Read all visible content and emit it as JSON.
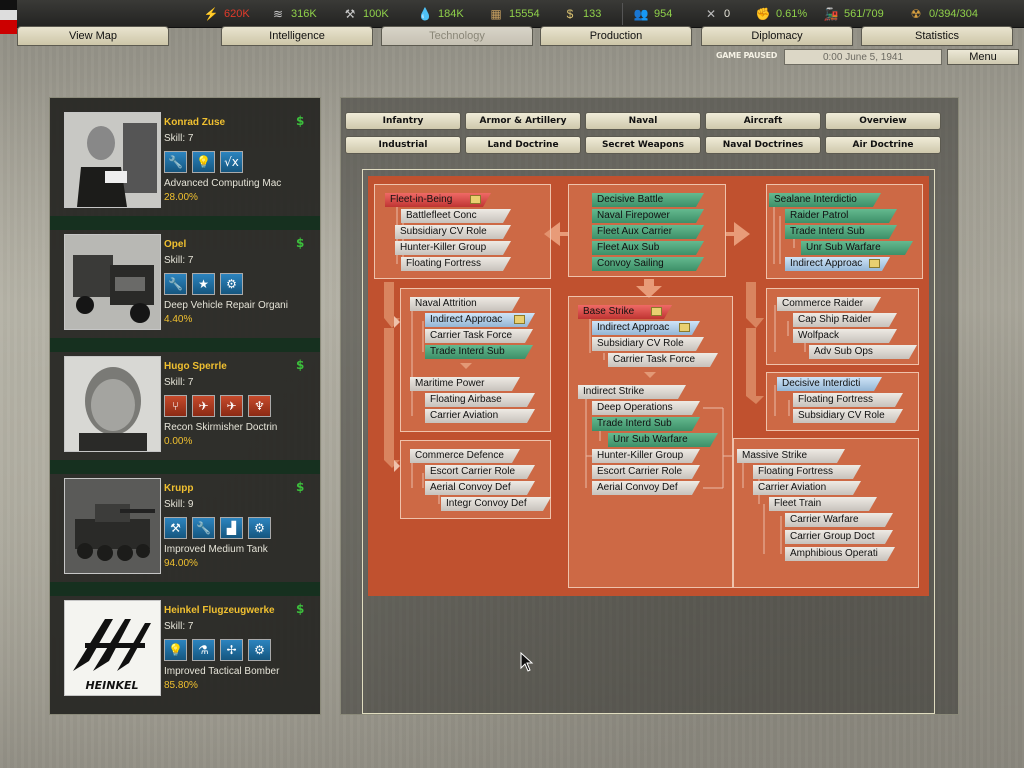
{
  "resources": [
    {
      "icon": "energy-icon",
      "value": "620K",
      "color": "#e03a2a"
    },
    {
      "icon": "metal-icon",
      "value": "316K",
      "color": "#8fd04a"
    },
    {
      "icon": "rare-materials-icon",
      "value": "100K",
      "color": "#8fd04a"
    },
    {
      "icon": "oil-icon",
      "value": "184K",
      "color": "#8fd04a"
    },
    {
      "icon": "supplies-icon",
      "value": "15554",
      "color": "#8fd04a"
    },
    {
      "icon": "money-icon",
      "value": "133",
      "color": "#8fd04a"
    },
    {
      "icon": "manpower-icon",
      "value": "954",
      "color": "#8fd04a"
    },
    {
      "icon": "diplomacy-icon",
      "value": "0",
      "color": "#e6e4d8"
    },
    {
      "icon": "dissent-icon",
      "value": "0.61%",
      "color": "#8fd04a"
    },
    {
      "icon": "transport-icon",
      "value": "561/709",
      "color": "#8fd04a"
    },
    {
      "icon": "nuclear-icon",
      "value": "0/394/304",
      "color": "#8fd04a"
    }
  ],
  "tabs": [
    {
      "label": "View Map",
      "active": false
    },
    {
      "label": "Intelligence",
      "active": false
    },
    {
      "label": "Technology",
      "active": true
    },
    {
      "label": "Production",
      "active": false
    },
    {
      "label": "Diplomacy",
      "active": false
    },
    {
      "label": "Statistics",
      "active": false
    }
  ],
  "status": {
    "paused": "GAME PAUSED",
    "date": "0:00 June 5, 1941",
    "menu": "Menu"
  },
  "teams": [
    {
      "name": "Konrad Zuse",
      "skill": "Skill: 7",
      "project": "Advanced Computing Mac",
      "progress": "28.00%",
      "icons": [
        {
          "name": "wrench-icon",
          "glyph": "🔧",
          "style": "blue"
        },
        {
          "name": "lightbulb-icon",
          "glyph": "💡",
          "style": "blue"
        },
        {
          "name": "sqrt-icon",
          "glyph": "√x",
          "style": "blue"
        }
      ]
    },
    {
      "name": "Opel",
      "skill": "Skill: 7",
      "project": "Deep Vehicle Repair Organi",
      "progress": "4.40%",
      "icons": [
        {
          "name": "wrench-icon",
          "glyph": "🔧",
          "style": "blue"
        },
        {
          "name": "star-icon",
          "glyph": "★",
          "style": "blue"
        },
        {
          "name": "gears-icon",
          "glyph": "⚙",
          "style": "blue"
        }
      ]
    },
    {
      "name": "Hugo Sperrle",
      "skill": "Skill: 7",
      "project": "Recon Skirmisher Doctrin",
      "progress": "0.00%",
      "icons": [
        {
          "name": "branch-icon",
          "glyph": "⑂",
          "style": "red"
        },
        {
          "name": "plane-small-icon",
          "glyph": "✈",
          "style": "red"
        },
        {
          "name": "plane-icon",
          "glyph": "✈",
          "style": "red"
        },
        {
          "name": "eagle-icon",
          "glyph": "♆",
          "style": "red"
        }
      ]
    },
    {
      "name": "Krupp",
      "skill": "Skill: 9",
      "project": "Improved Medium Tank",
      "progress": "94.00%",
      "icons": [
        {
          "name": "gun-icon",
          "glyph": "⚒",
          "style": "blue"
        },
        {
          "name": "wrench-icon",
          "glyph": "🔧",
          "style": "blue"
        },
        {
          "name": "factory-icon",
          "glyph": "▟",
          "style": "blue"
        },
        {
          "name": "gears-icon",
          "glyph": "⚙",
          "style": "blue"
        }
      ]
    },
    {
      "name": "Heinkel Flugzeugwerke",
      "skill": "Skill: 7",
      "project": "Improved Tactical Bomber",
      "progress": "85.80%",
      "icons": [
        {
          "name": "lightbulb-icon",
          "glyph": "💡",
          "style": "blue"
        },
        {
          "name": "flask-icon",
          "glyph": "⚗",
          "style": "blue"
        },
        {
          "name": "propeller-icon",
          "glyph": "✢",
          "style": "blue"
        },
        {
          "name": "gears-icon",
          "glyph": "⚙",
          "style": "blue"
        }
      ]
    }
  ],
  "heinkel_logo": "HEINKEL",
  "categories": [
    [
      "Infantry",
      "Armor & Artillery",
      "Naval",
      "Aircraft",
      "Overview"
    ],
    [
      "Industrial",
      "Land Doctrine",
      "Secret Weapons",
      "Naval Doctrines",
      "Air Doctrine"
    ]
  ],
  "tech_tree": {
    "fleet_in_being": [
      {
        "label": "Fleet-in-Being",
        "style": "red",
        "tag": true
      },
      {
        "label": "Battlefleet Conc",
        "style": "grey"
      },
      {
        "label": "Subsidiary CV Role",
        "style": "grey"
      },
      {
        "label": "Hunter-Killer Group",
        "style": "grey"
      },
      {
        "label": "Floating Fortress",
        "style": "grey"
      }
    ],
    "decisive_battle": [
      {
        "label": "Decisive Battle",
        "style": "green"
      },
      {
        "label": "Naval Firepower",
        "style": "green"
      },
      {
        "label": "Fleet Aux Carrier",
        "style": "green"
      },
      {
        "label": "Fleet Aux Sub",
        "style": "green"
      },
      {
        "label": "Convoy Sailing",
        "style": "green"
      }
    ],
    "sealane": [
      {
        "label": "Sealane Interdictio",
        "style": "green"
      },
      {
        "label": "Raider Patrol",
        "style": "green"
      },
      {
        "label": "Trade Interd Sub",
        "style": "green"
      },
      {
        "label": "Unr Sub Warfare",
        "style": "green"
      },
      {
        "label": "Indirect Approac",
        "style": "blue",
        "tag": true
      }
    ],
    "naval_attrition": [
      {
        "label": "Naval Attrition",
        "style": "grey"
      },
      {
        "label": "Indirect Approac",
        "style": "blue",
        "tag": true
      },
      {
        "label": "Carrier Task Force",
        "style": "grey"
      },
      {
        "label": "Trade Interd Sub",
        "style": "green"
      },
      {
        "label": "Maritime Power",
        "style": "grey"
      },
      {
        "label": "Floating Airbase",
        "style": "grey"
      },
      {
        "label": "Carrier Aviation",
        "style": "grey"
      }
    ],
    "commerce_defence": [
      {
        "label": "Commerce Defence",
        "style": "grey"
      },
      {
        "label": "Escort Carrier Role",
        "style": "grey"
      },
      {
        "label": "Aerial Convoy Def",
        "style": "grey"
      },
      {
        "label": "Integr Convoy Def",
        "style": "grey"
      }
    ],
    "base_strike": [
      {
        "label": "Base Strike",
        "style": "red",
        "tag": true
      },
      {
        "label": "Indirect Approac",
        "style": "blue",
        "tag": true
      },
      {
        "label": "Subsidiary CV Role",
        "style": "grey"
      },
      {
        "label": "Carrier Task Force",
        "style": "grey"
      }
    ],
    "indirect_strike": [
      {
        "label": "Indirect Strike",
        "style": "grey"
      },
      {
        "label": "Deep Operations",
        "style": "grey"
      },
      {
        "label": "Trade Interd Sub",
        "style": "green"
      },
      {
        "label": "Unr Sub Warfare",
        "style": "green"
      },
      {
        "label": "Hunter-Killer Group",
        "style": "grey"
      },
      {
        "label": "Escort Carrier Role",
        "style": "grey"
      },
      {
        "label": "Aerial Convoy Def",
        "style": "grey"
      }
    ],
    "commerce_raider": [
      {
        "label": "Commerce Raider",
        "style": "grey"
      },
      {
        "label": "Cap Ship Raider",
        "style": "grey"
      },
      {
        "label": "Wolfpack",
        "style": "grey"
      },
      {
        "label": "Adv Sub Ops",
        "style": "grey"
      }
    ],
    "decisive_interdiction": [
      {
        "label": "Decisive Interdicti",
        "style": "blue"
      },
      {
        "label": "Floating Fortress",
        "style": "grey"
      },
      {
        "label": "Subsidiary CV Role",
        "style": "grey"
      }
    ],
    "massive_strike": [
      {
        "label": "Massive Strike",
        "style": "grey"
      },
      {
        "label": "Floating Fortress",
        "style": "grey"
      },
      {
        "label": "Carrier Aviation",
        "style": "grey"
      },
      {
        "label": "Fleet Train",
        "style": "grey"
      },
      {
        "label": "Carrier Warfare",
        "style": "grey"
      },
      {
        "label": "Carrier Group Doct",
        "style": "grey"
      },
      {
        "label": "Amphibious Operati",
        "style": "grey"
      }
    ]
  },
  "colors": {
    "tree_bg": "#c0512f",
    "gold": "#f0c030",
    "money_green": "#3cbf3c"
  }
}
